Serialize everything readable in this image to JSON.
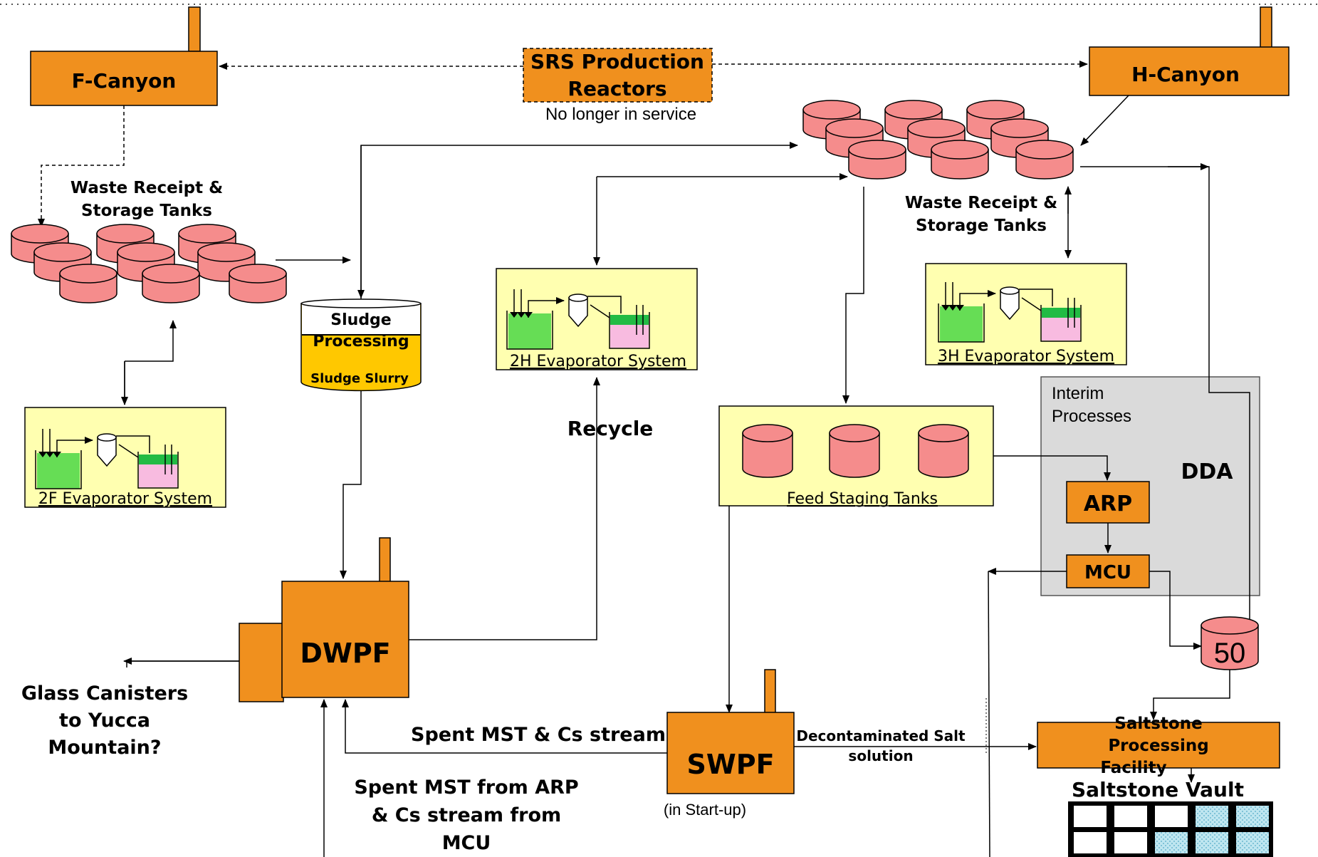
{
  "colors": {
    "facility": "#F0901E",
    "tank": "#F58C8C",
    "panel": "#FFFFB0",
    "interim": "#DADADA",
    "sludge": "#FFC800",
    "liquid_green": "#66DD55",
    "liquid_pink": "#F8BBE0"
  },
  "facilities": {
    "f_canyon": "F-Canyon",
    "h_canyon": "H-Canyon",
    "srs_line1": "SRS Production",
    "srs_line2": "Reactors",
    "srs_note": "No longer in service",
    "dwpf": "DWPF",
    "swpf": "SWPF",
    "swpf_note": "(in Start-up)",
    "arp": "ARP",
    "mcu": "MCU",
    "tank50": "50"
  },
  "tank_farms": {
    "f_line1": "Waste Receipt &",
    "f_line2": "Storage  Tanks",
    "h_line1": "Waste Receipt &",
    "h_line2": "Storage  Tanks"
  },
  "evaporators": {
    "f2": "2F Evaporator System",
    "h2": "2H Evaporator System",
    "h3": "3H Evaporator System"
  },
  "sludge": {
    "line1": "Sludge",
    "line2": "Processing",
    "slurry": "Sludge Slurry"
  },
  "feed_staging": "Feed Staging Tanks",
  "interim": {
    "line1": "Interim",
    "line2": "Processes",
    "dda": "DDA"
  },
  "streams": {
    "recycle": "Recycle",
    "glass_1": "Glass Canisters",
    "glass_2": "to Yucca",
    "glass_3": "Mountain?",
    "spent_mst_cs": "Spent MST & Cs stream",
    "arp_mcu_1": "Spent MST from ARP",
    "arp_mcu_2": "& Cs stream from",
    "arp_mcu_3": "MCU",
    "decon_1": "Decontaminated Salt",
    "decon_2": "solution"
  },
  "saltstone": {
    "line1": "Saltstone",
    "line2": "Processing",
    "line3": "Facility",
    "vault": "Saltstone Vault"
  }
}
